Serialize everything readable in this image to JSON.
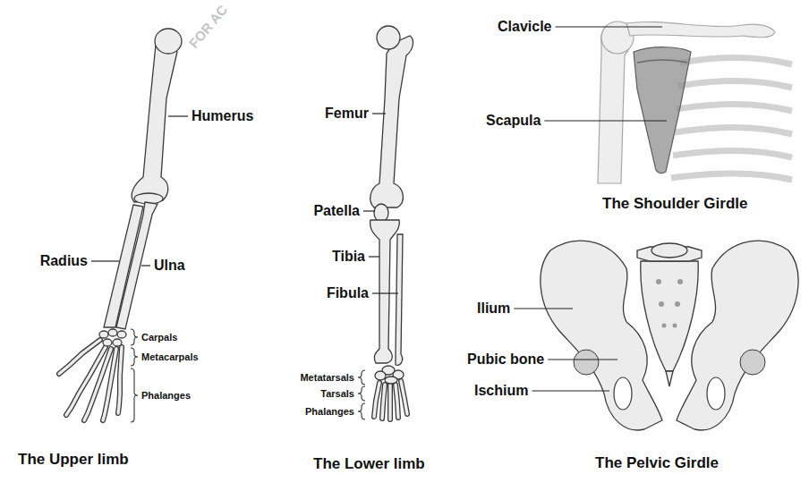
{
  "diagram": {
    "labels": [
      "Humerus",
      "Radius",
      "Ulna",
      "Carpals",
      "Metacarpals",
      "Phalanges",
      "The Upper limb",
      "Femur",
      "Patella",
      "Tibia",
      "Fibula",
      "Metatarsals",
      "Tarsals",
      "Phalanges",
      "The Lower limb",
      "Clavicle",
      "Scapula",
      "The Shoulder Girdle",
      "Ilium",
      "Pubic bone",
      "Ischium",
      "The Pelvic Girdle",
      "FOR AC"
    ]
  }
}
